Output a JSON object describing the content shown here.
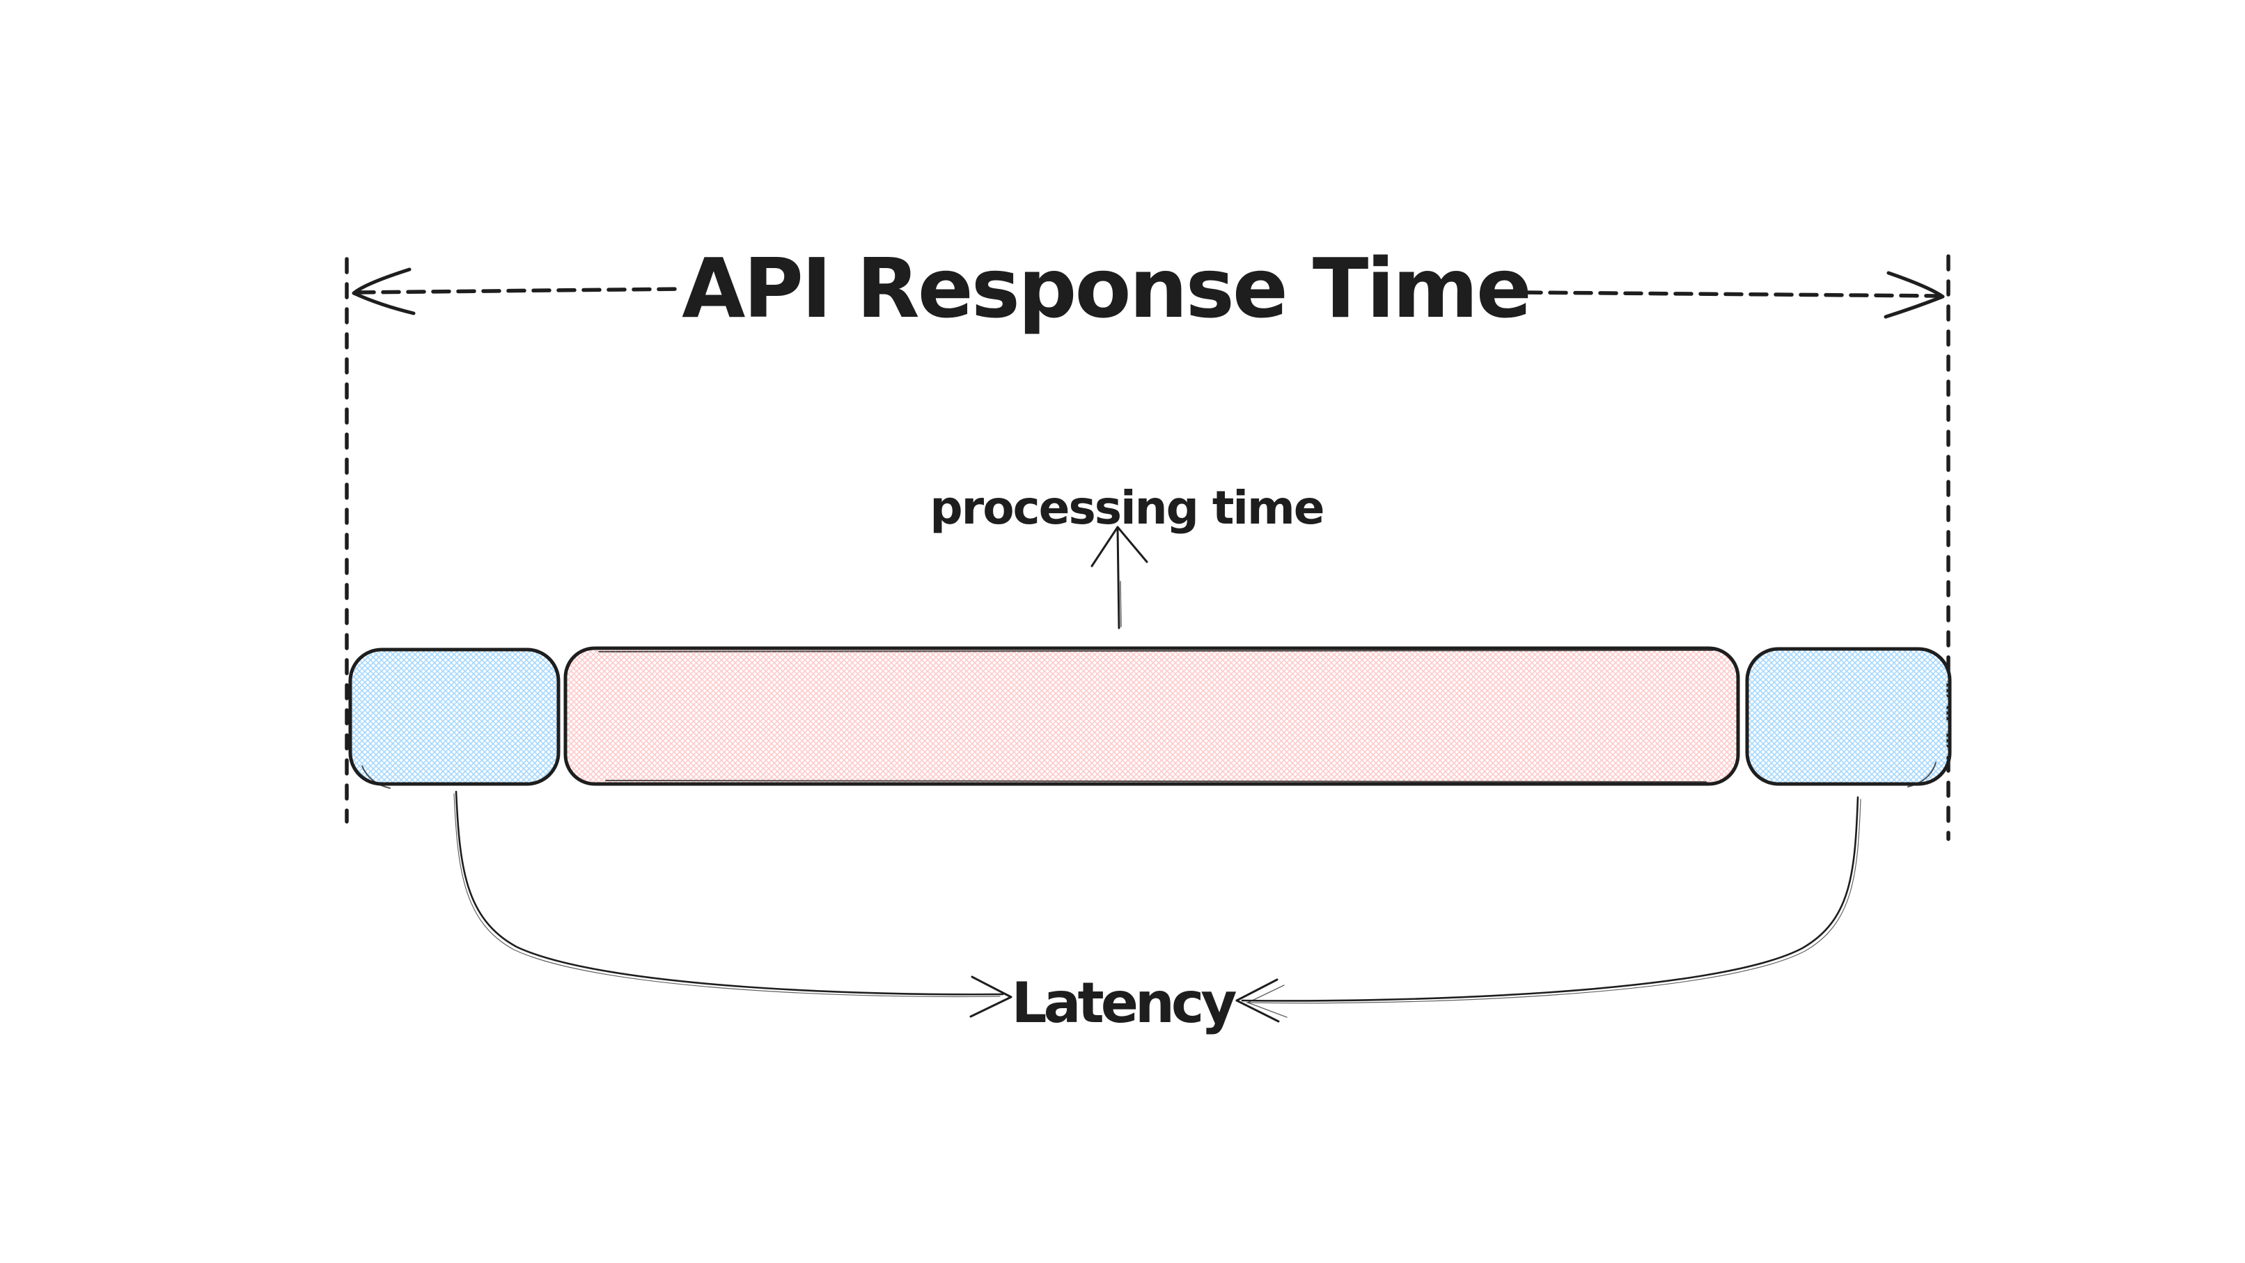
{
  "diagram": {
    "title": "API Response Time",
    "processing_label": "processing time",
    "latency_label": "Latency",
    "colors": {
      "stroke": "#1e1e1e",
      "latency_fill": "#a5d8ff",
      "processing_fill": "#ffc9c9",
      "background": "#ffffff"
    },
    "segments": [
      {
        "name": "latency-start-box",
        "role": "latency",
        "fill_color": "#a5d8ff"
      },
      {
        "name": "processing-box",
        "role": "processing time",
        "fill_color": "#ffc9c9"
      },
      {
        "name": "latency-end-box",
        "role": "latency",
        "fill_color": "#a5d8ff"
      }
    ]
  }
}
